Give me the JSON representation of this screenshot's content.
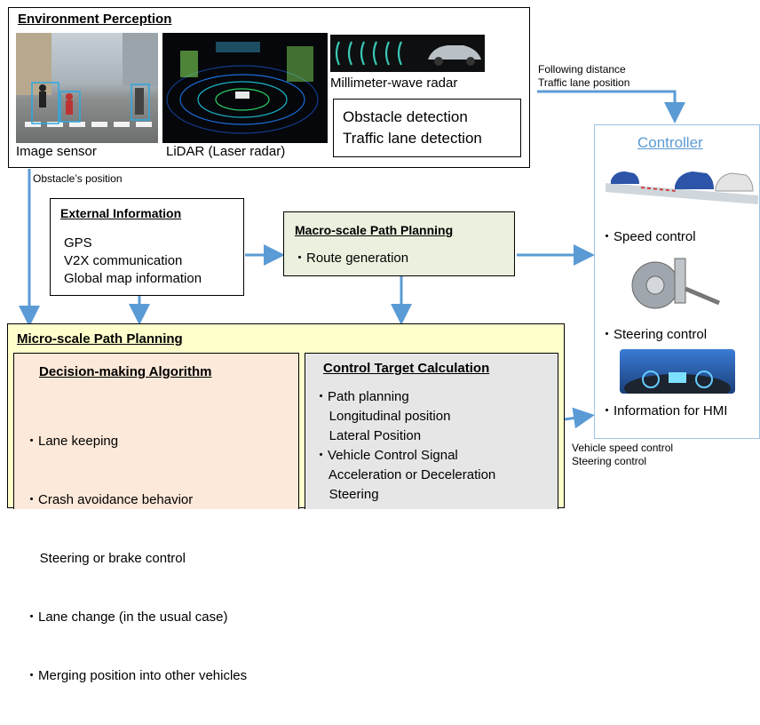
{
  "colors": {
    "arrow": "#5b9bd5",
    "macro_fill": "#ebf1de",
    "micro_fill": "#ffffcc",
    "decision_fill": "#fde9d9",
    "control_target_fill": "#e6e6e6",
    "controller_border": "#9dc3e6",
    "controller_title": "#5b9bd5"
  },
  "environment": {
    "title": "Environment Perception",
    "image_sensor_label": "Image sensor",
    "lidar_label": "LiDAR (Laser radar)",
    "radar_label": "Millimeter-wave radar",
    "detections": [
      "Obstacle detection",
      "Traffic lane detection"
    ]
  },
  "annotations": {
    "obstacle_position": "Obstacle’s position",
    "following_distance": [
      "Following distance",
      "Traffic lane position"
    ],
    "vehicle_control": [
      "Vehicle speed control",
      "Steering control"
    ]
  },
  "external": {
    "title": "External Information",
    "items": [
      "GPS",
      "V2X communication",
      "Global map information"
    ]
  },
  "macro": {
    "title": "Macro-scale Path Planning",
    "item": "・Route generation"
  },
  "micro": {
    "title": "Micro-scale Path Planning",
    "decision": {
      "title": "Decision-making Algorithm",
      "lines": [
        "・Lane keeping",
        "・Crash avoidance behavior",
        "    Steering or brake control",
        "・Lane change (in the usual case)",
        "・Merging position into other vehicles"
      ]
    },
    "control_target": {
      "title": "Control Target Calculation",
      "lines": [
        "・Path planning",
        "    Longitudinal position",
        "    Lateral Position",
        "・Vehicle Control Signal",
        "    Acceleration or Deceleration",
        "    Steering"
      ]
    }
  },
  "controller": {
    "title": "Controller",
    "items": [
      "・Speed control",
      "・Steering control",
      "・Information for HMI"
    ]
  }
}
